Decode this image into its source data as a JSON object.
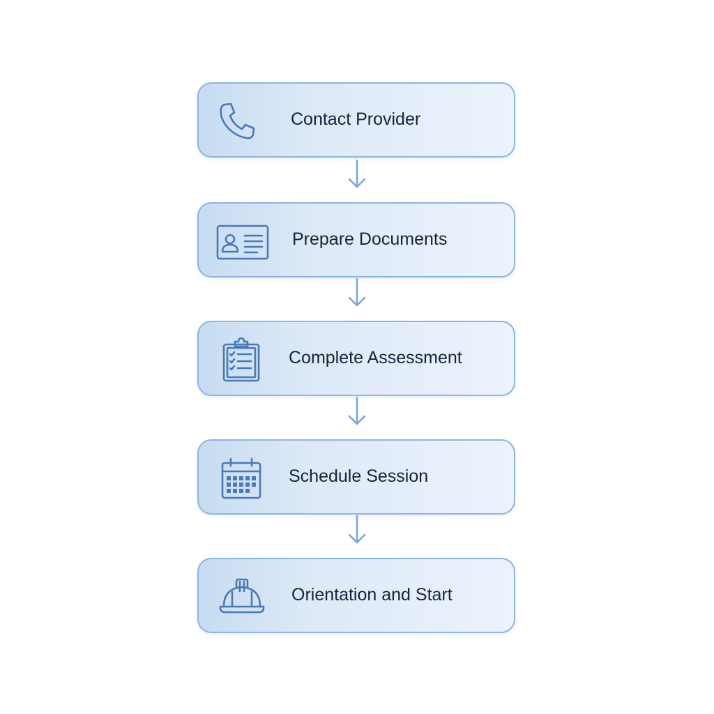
{
  "flow": {
    "steps": [
      {
        "label": "Contact Provider",
        "icon": "phone-icon"
      },
      {
        "label": "Prepare Documents",
        "icon": "id-card-icon"
      },
      {
        "label": "Complete Assessment",
        "icon": "clipboard-checklist-icon"
      },
      {
        "label": "Schedule Session",
        "icon": "calendar-icon"
      },
      {
        "label": "Orientation and Start",
        "icon": "hard-hat-icon"
      }
    ]
  },
  "colors": {
    "box_border": "#8fb4df",
    "box_fill_start": "#c7dcf2",
    "box_fill_end": "#ecf3fc",
    "icon_stroke": "#4a79b3",
    "arrow": "#7ea6d6",
    "text": "#16233a"
  }
}
